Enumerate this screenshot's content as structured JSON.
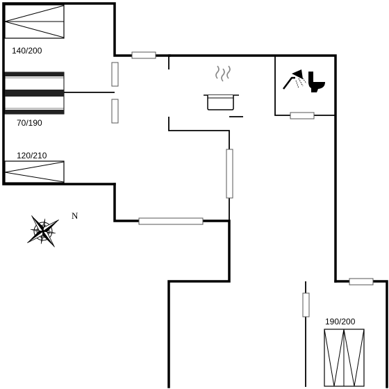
{
  "beds": {
    "bed_140": "140/200",
    "bed_70": "70/190",
    "bed_120": "120/210",
    "bed_190": "190/200"
  },
  "compass": {
    "north": "N"
  },
  "icons": {
    "kitchen": "cooking-pot-icon",
    "bathroom": "shower-toilet-icon",
    "compass": "compass-rose-icon"
  },
  "colors": {
    "wall": "#000000",
    "background": "#ffffff"
  }
}
